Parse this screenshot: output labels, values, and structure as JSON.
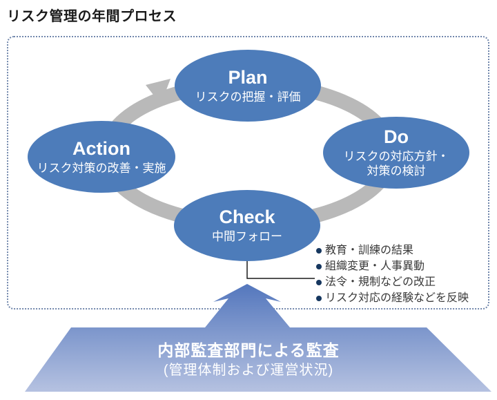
{
  "title": "リスク管理の年間プロセス",
  "cycle": {
    "nodes": [
      {
        "label": "Plan",
        "sublabel": "リスクの把握・評価"
      },
      {
        "label": "Do",
        "sublabel": "リスクの対応方針・対策の検討"
      },
      {
        "label": "Check",
        "sublabel": "中間フォロー"
      },
      {
        "label": "Action",
        "sublabel": "リスク対策の改善・実施"
      }
    ]
  },
  "notes": {
    "items": [
      "教育・訓練の結果",
      "組織変更・人事異動",
      "法令・規制などの改正",
      "リスク対応の経験などを反映"
    ]
  },
  "audit": {
    "title": "内部監査部門による監査",
    "subtitle": "(管理体制および運営状況)"
  },
  "colors": {
    "node_fill": "#4d7cba",
    "cycle_ring": "#b9b9b9",
    "audit_gradient_top": "#5477bd",
    "audit_gradient_bottom": "#b6c2e1",
    "note_bullet": "#16375f",
    "dashed_border": "#7086ab",
    "connector_line": "#1a1a1a"
  }
}
